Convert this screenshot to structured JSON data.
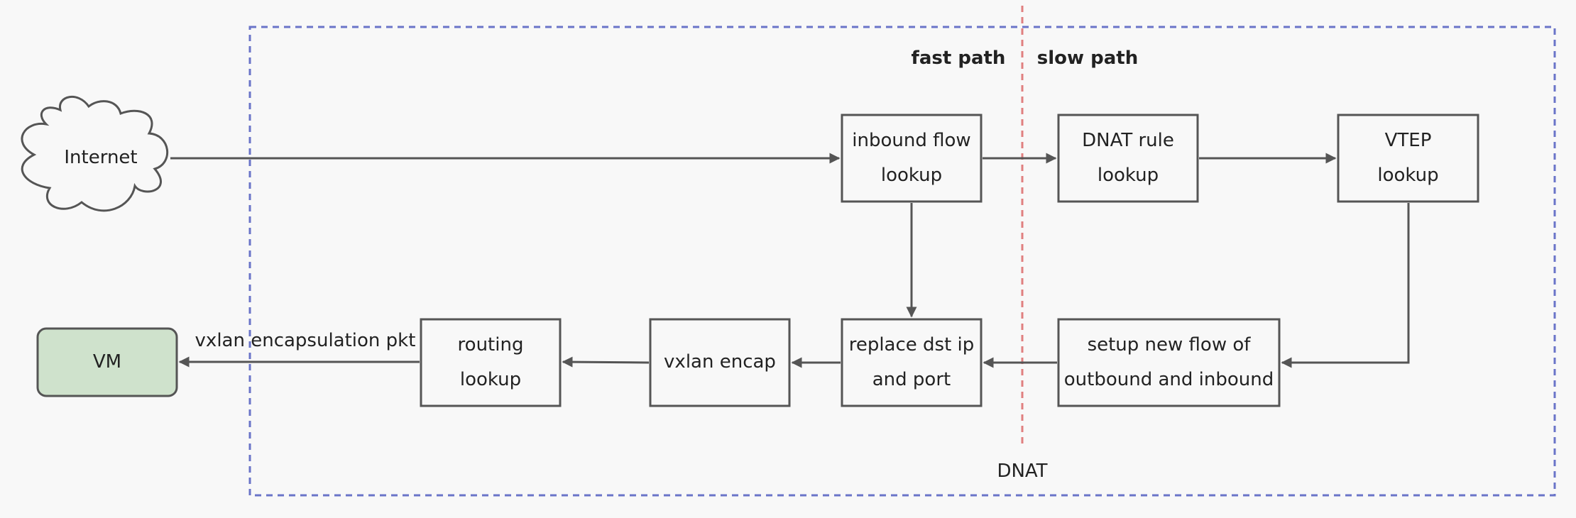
{
  "region_labels": {
    "fast_path": "fast path",
    "slow_path": "slow path",
    "dnat": "DNAT"
  },
  "nodes": {
    "internet": "Internet",
    "vm": "VM",
    "inbound_flow_lookup": [
      "inbound flow",
      "lookup"
    ],
    "dnat_rule_lookup": [
      "DNAT rule",
      "lookup"
    ],
    "vtep_lookup": [
      "VTEP",
      "lookup"
    ],
    "setup_new_flow": [
      "setup new flow of",
      "outbound and inbound"
    ],
    "replace_dst_ip": [
      "replace dst ip",
      "and port"
    ],
    "vxlan_encap": "vxlan encap",
    "routing_lookup": [
      "routing",
      "lookup"
    ]
  },
  "edge_labels": {
    "vxlan_pkt": "vxlan encapsulation pkt"
  },
  "colors": {
    "stroke": "#555555",
    "dashed_region": "#6a74c8",
    "divider": "#e07f7f",
    "vm_fill": "#cfe2cc",
    "box_fill": "#f8f8f8"
  }
}
